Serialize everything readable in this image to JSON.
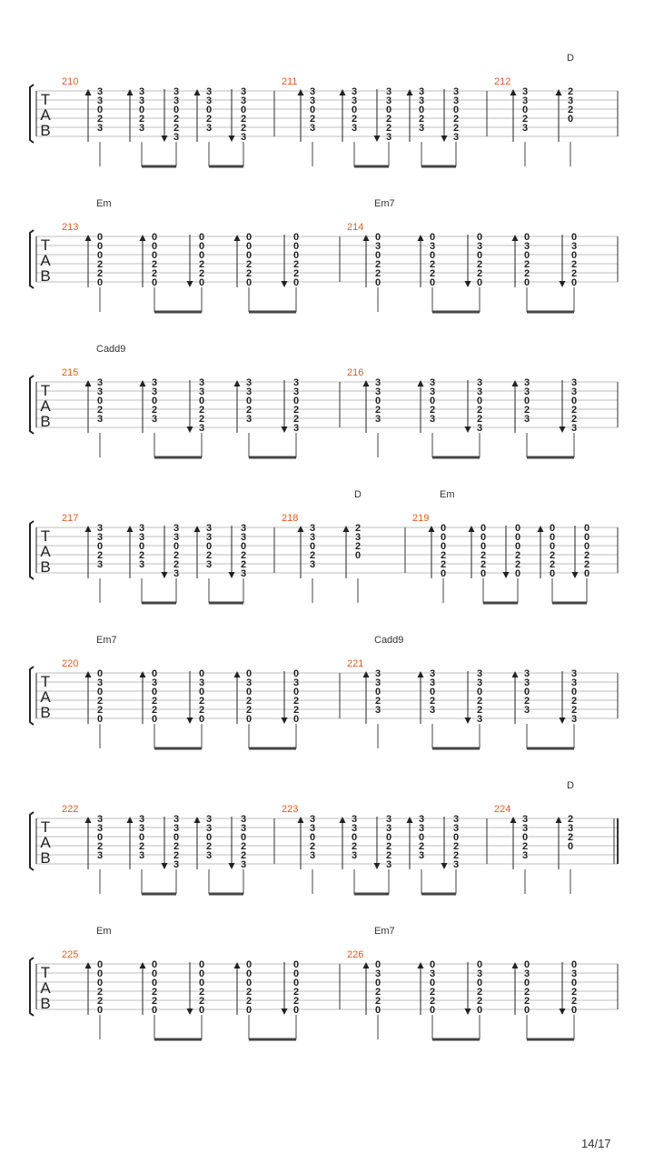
{
  "page": {
    "number": "14/17"
  },
  "tab_letters": [
    "T",
    "A",
    "B"
  ],
  "chord_shapes": {
    "G": [
      "3",
      "3",
      "0",
      "2",
      "3",
      ""
    ],
    "G5": [
      "3",
      "3",
      "0",
      "2",
      "2",
      "3"
    ],
    "Em": [
      "0",
      "0",
      "0",
      "2",
      "2",
      "0"
    ],
    "Em7": [
      "0",
      "3",
      "0",
      "2",
      "2",
      "0"
    ],
    "D": [
      "2",
      "3",
      "2",
      "0",
      "",
      ""
    ]
  },
  "systems": [
    {
      "chords": [
        {
          "name": "D",
          "measure": 2,
          "beat": 1
        }
      ],
      "measures": [
        {
          "number": "210",
          "beats": [
            "G",
            "G",
            "G5",
            "G",
            "G5"
          ]
        },
        {
          "number": "211",
          "beats": [
            "G",
            "G",
            "G5",
            "G",
            "G5"
          ]
        },
        {
          "number": "212",
          "beats": [
            "G",
            "D"
          ]
        }
      ]
    },
    {
      "chords": [
        {
          "name": "Em",
          "measure": 0,
          "beat": 0
        },
        {
          "name": "Em7",
          "measure": 1,
          "beat": 0
        }
      ],
      "measures": [
        {
          "number": "213",
          "beats": [
            "Em",
            "Em",
            "Em",
            "Em",
            "Em"
          ]
        },
        {
          "number": "214",
          "beats": [
            "Em7",
            "Em7",
            "Em7",
            "Em7",
            "Em7"
          ]
        }
      ]
    },
    {
      "chords": [
        {
          "name": "Cadd9",
          "measure": 0,
          "beat": 0
        }
      ],
      "measures": [
        {
          "number": "215",
          "beats": [
            "G",
            "G",
            "G5",
            "G",
            "G5"
          ]
        },
        {
          "number": "216",
          "beats": [
            "G",
            "G",
            "G5",
            "G",
            "G5"
          ]
        }
      ]
    },
    {
      "chords": [
        {
          "name": "D",
          "measure": 1,
          "beat": 1
        },
        {
          "name": "Em",
          "measure": 2,
          "beat": 0
        }
      ],
      "measures": [
        {
          "number": "217",
          "beats": [
            "G",
            "G",
            "G5",
            "G",
            "G5"
          ]
        },
        {
          "number": "218",
          "beats": [
            "G",
            "D"
          ]
        },
        {
          "number": "219",
          "beats": [
            "Em",
            "Em",
            "Em",
            "Em",
            "Em"
          ]
        }
      ]
    },
    {
      "chords": [
        {
          "name": "Em7",
          "measure": 0,
          "beat": 0
        },
        {
          "name": "Cadd9",
          "measure": 1,
          "beat": 0
        }
      ],
      "measures": [
        {
          "number": "220",
          "beats": [
            "Em7",
            "Em7",
            "Em7",
            "Em7",
            "Em7"
          ]
        },
        {
          "number": "221",
          "beats": [
            "G",
            "G",
            "G5",
            "G",
            "G5"
          ]
        }
      ]
    },
    {
      "chords": [
        {
          "name": "D",
          "measure": 2,
          "beat": 1
        }
      ],
      "measures": [
        {
          "number": "222",
          "beats": [
            "G",
            "G",
            "G5",
            "G",
            "G5"
          ]
        },
        {
          "number": "223",
          "beats": [
            "G",
            "G",
            "G5",
            "G",
            "G5"
          ]
        },
        {
          "number": "224",
          "beats": [
            "G",
            "D"
          ]
        }
      ],
      "final_barline": true
    },
    {
      "chords": [
        {
          "name": "Em",
          "measure": 0,
          "beat": 0
        },
        {
          "name": "Em7",
          "measure": 1,
          "beat": 0
        }
      ],
      "measures": [
        {
          "number": "225",
          "beats": [
            "Em",
            "Em",
            "Em",
            "Em",
            "Em"
          ]
        },
        {
          "number": "226",
          "beats": [
            "Em7",
            "Em7",
            "Em7",
            "Em7",
            "Em7"
          ]
        }
      ]
    }
  ]
}
